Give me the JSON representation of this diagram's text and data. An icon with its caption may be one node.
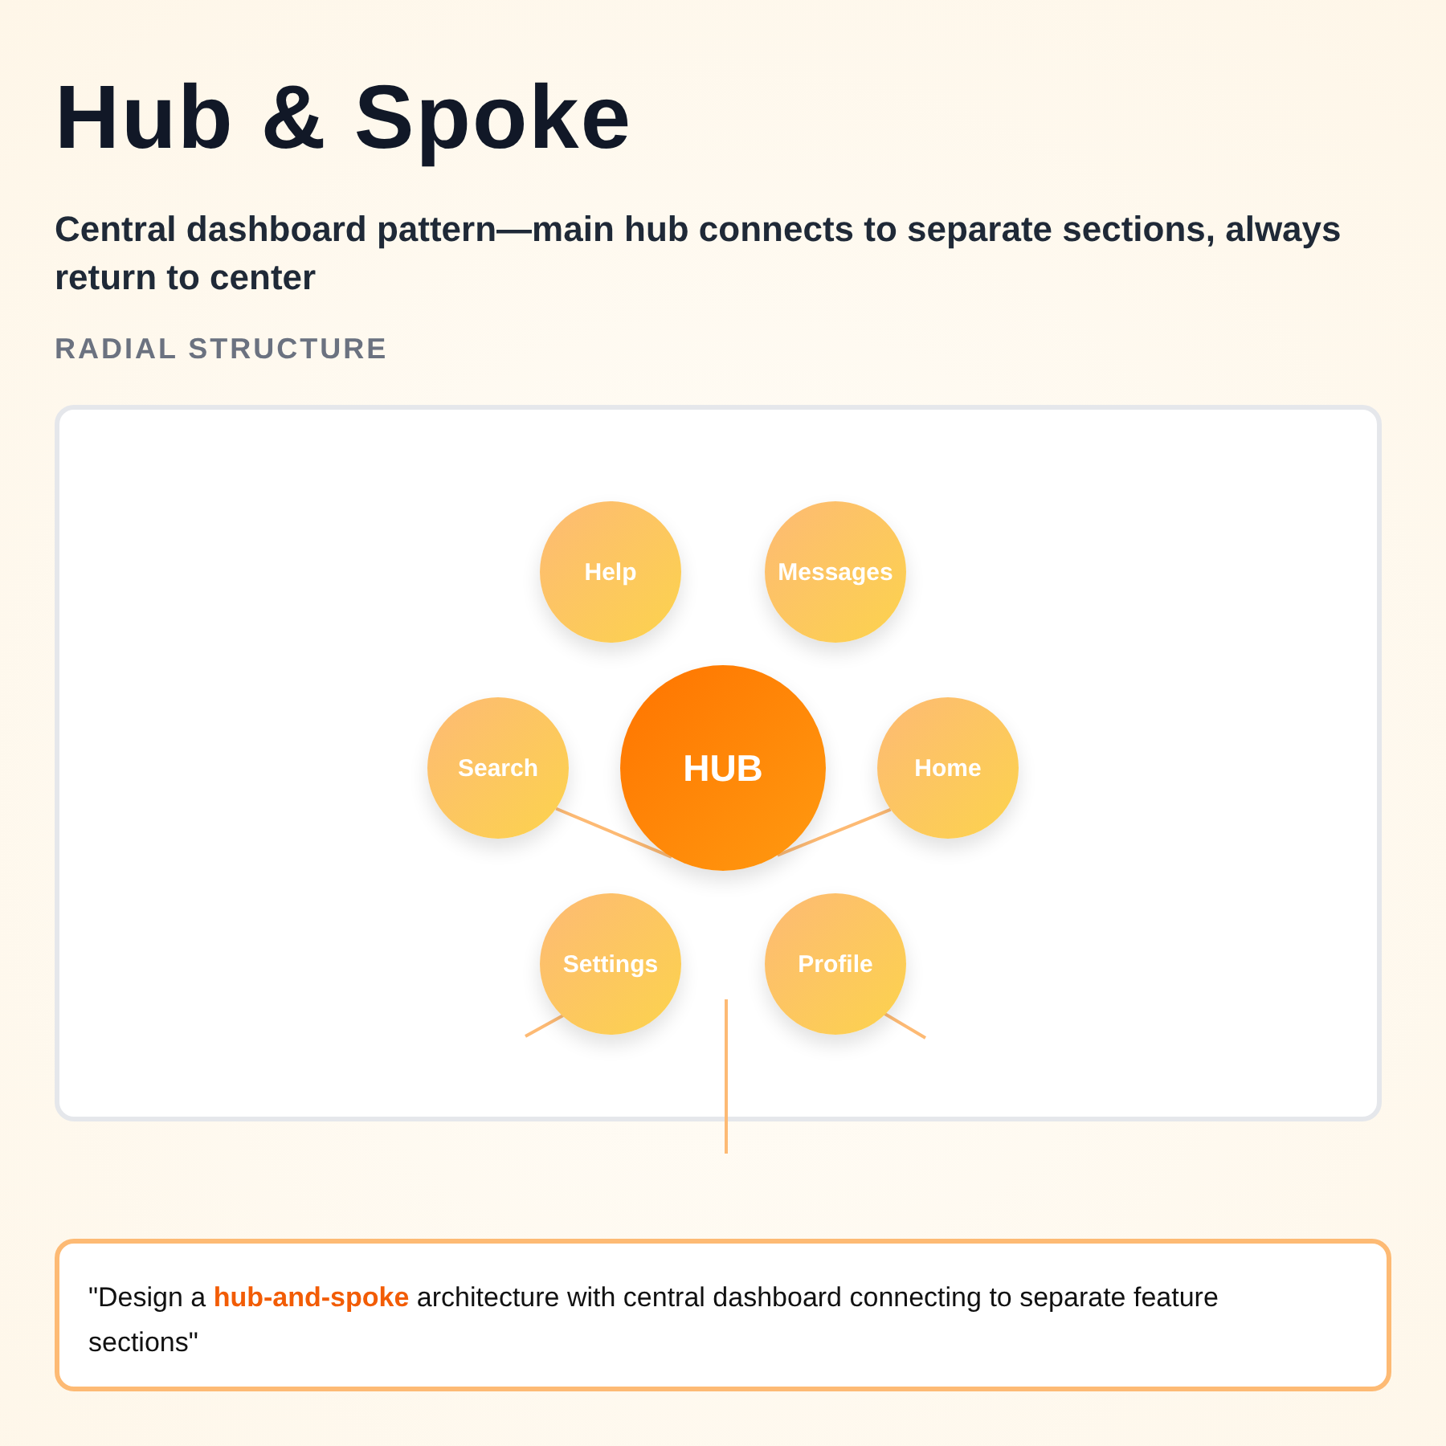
{
  "diagram": {
    "title": "Hub & Spoke",
    "caption": "Central dashboard pattern—main hub connects to separate sections, always return to center",
    "labels": [
      "RADIAL STRUCTURE"
    ],
    "nodes": [
      {
        "text": [
          "Help"
        ]
      },
      {
        "text": [
          "Messages"
        ]
      },
      {
        "text": [
          "Search"
        ]
      },
      {
        "text": [
          "HUB"
        ]
      },
      {
        "text": [
          "Home"
        ]
      },
      {
        "text": [
          "Settings"
        ]
      },
      {
        "text": [
          "Profile"
        ]
      },
      {
        "text": [
          "\"Design a **hub-and-spoke** architecture with central dashboard connecting to separate feature sections\""
        ]
      }
    ],
    "edges": [
      {
        "from": 2,
        "to": 3,
        "arrow": "none"
      },
      {
        "from": 3,
        "to": 4,
        "arrow": "none"
      }
    ]
  }
}
